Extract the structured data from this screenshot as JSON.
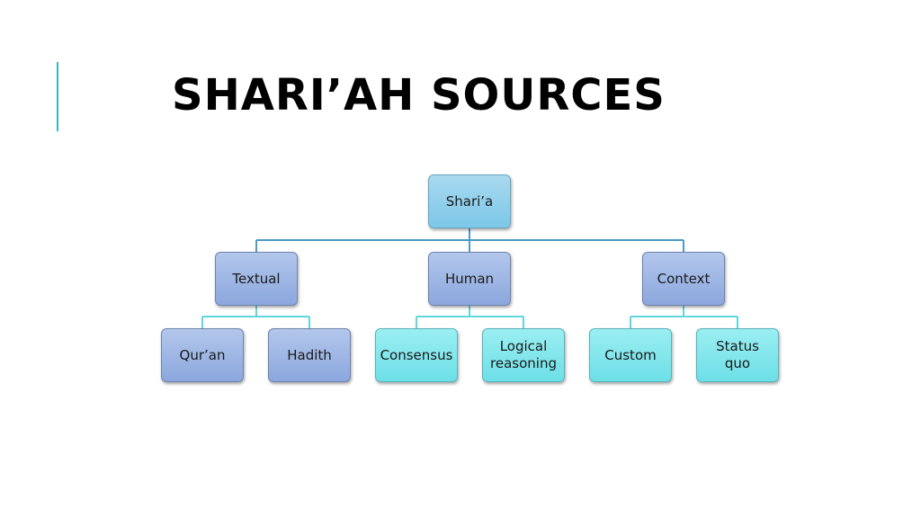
{
  "slide": {
    "title": "SHARI’AH SOURCES"
  },
  "diagram": {
    "root": {
      "label": "Shari’a"
    },
    "branches": [
      {
        "label": "Textual",
        "children": [
          {
            "label": "Qur’an"
          },
          {
            "label": "Hadith"
          }
        ]
      },
      {
        "label": "Human",
        "children": [
          {
            "label": "Consensus"
          },
          {
            "label": "Logical\nreasoning"
          }
        ]
      },
      {
        "label": "Context",
        "children": [
          {
            "label": "Custom"
          },
          {
            "label": "Status\nquo"
          }
        ]
      }
    ]
  },
  "colors": {
    "accent": "#3db3c4",
    "connector_top": "#4a9bc4",
    "connector_bottom": "#5fd6dc",
    "root_fill": "#7cc7e8",
    "level_fill_blue": "#8ba7dd",
    "level_fill_cyan": "#6ddfe7"
  }
}
